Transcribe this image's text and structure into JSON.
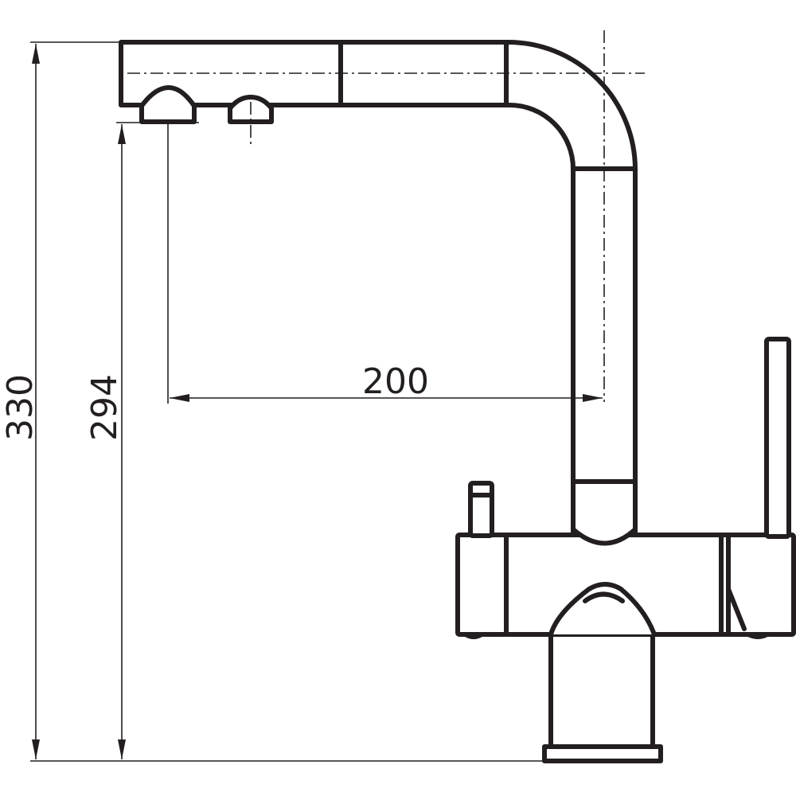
{
  "dimensions": {
    "overall_height": "330",
    "spout_outlet_height": "294",
    "spout_reach": "200"
  },
  "colors": {
    "line": "#231f20",
    "background": "#ffffff"
  }
}
